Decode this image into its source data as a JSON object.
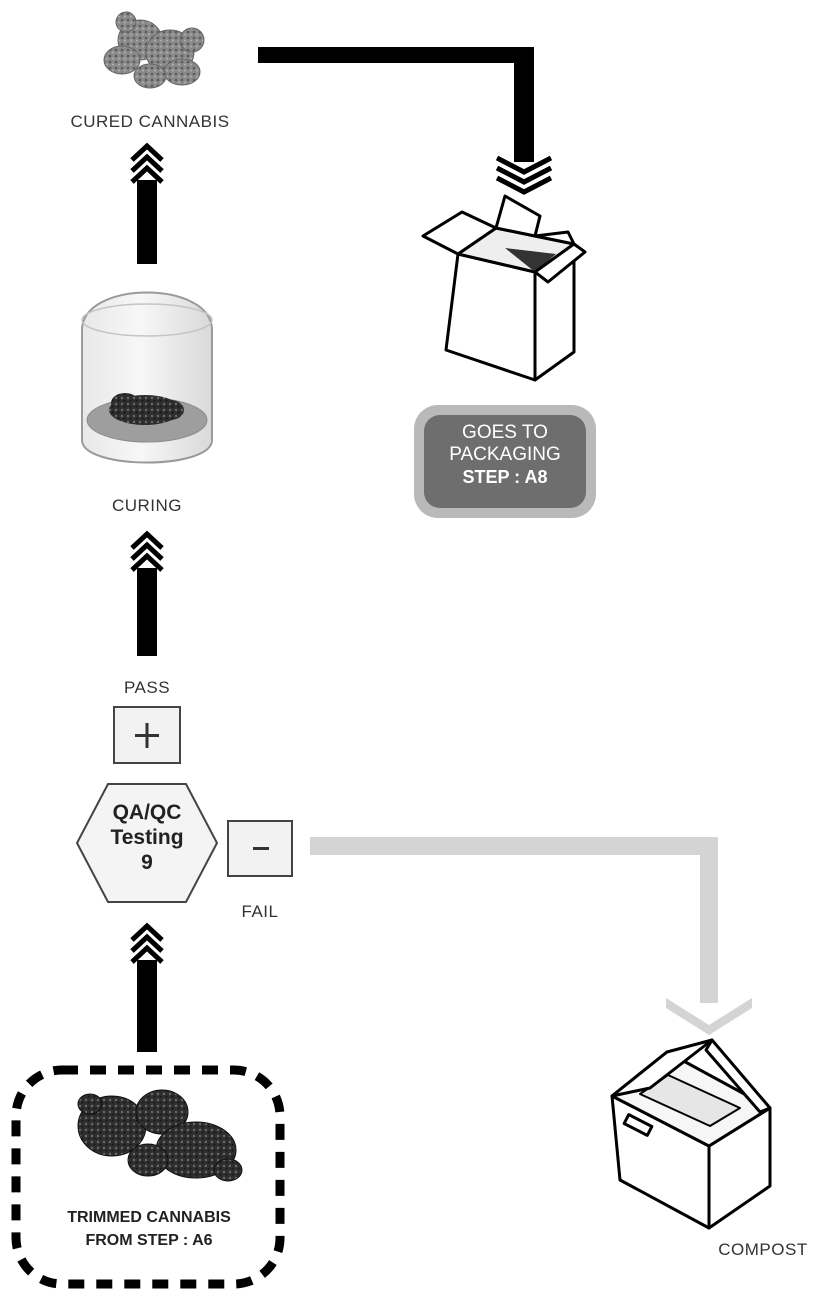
{
  "nodes": {
    "cured": {
      "label": "CURED CANNABIS"
    },
    "curing": {
      "label": "CURING"
    },
    "packaging": {
      "line1": "GOES TO",
      "line2": "PACKAGING",
      "step": "STEP : A8"
    },
    "pass": {
      "label": "PASS",
      "symbol": "+"
    },
    "fail": {
      "label": "FAIL",
      "symbol": "−"
    },
    "qaqc": {
      "line1": "QA/QC",
      "line2": "Testing",
      "line3": "9"
    },
    "trimmed": {
      "line1": "TRIMMED CANNABIS",
      "line2": "FROM STEP : A6"
    },
    "compost": {
      "label": "COMPOST"
    }
  },
  "icons": [
    "cannabis-bud-icon",
    "curing-jar-icon",
    "open-box-icon",
    "compost-bin-icon",
    "plus-icon",
    "minus-icon"
  ],
  "colors": {
    "arrow": "#000000",
    "fail_path": "#d4d4d4",
    "packaging_badge": "#6e6e6e",
    "packaging_border": "#b9b9b9"
  }
}
